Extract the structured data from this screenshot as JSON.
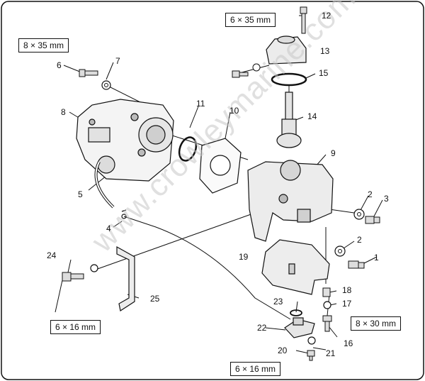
{
  "specs": {
    "bolt_12": "6 × 35 mm",
    "bolt_6": "8 × 35 mm",
    "bolt_16": "8 × 30 mm",
    "bolt_24": "6 × 16 mm",
    "bolt_20": "6 × 16 mm"
  },
  "callouts": {
    "c1": "1",
    "c2a": "2",
    "c2b": "2",
    "c3": "3",
    "c4": "4",
    "c5": "5",
    "c6": "6",
    "c7": "7",
    "c8": "8",
    "c9": "9",
    "c10": "10",
    "c11": "11",
    "c12": "12",
    "c13": "13",
    "c14": "14",
    "c15": "15",
    "c16": "16",
    "c17": "17",
    "c18": "18",
    "c19": "19",
    "c20": "20",
    "c21": "21",
    "c22": "22",
    "c23": "23",
    "c24": "24",
    "c25": "25"
  },
  "watermark": "www.crowleymarine.com"
}
